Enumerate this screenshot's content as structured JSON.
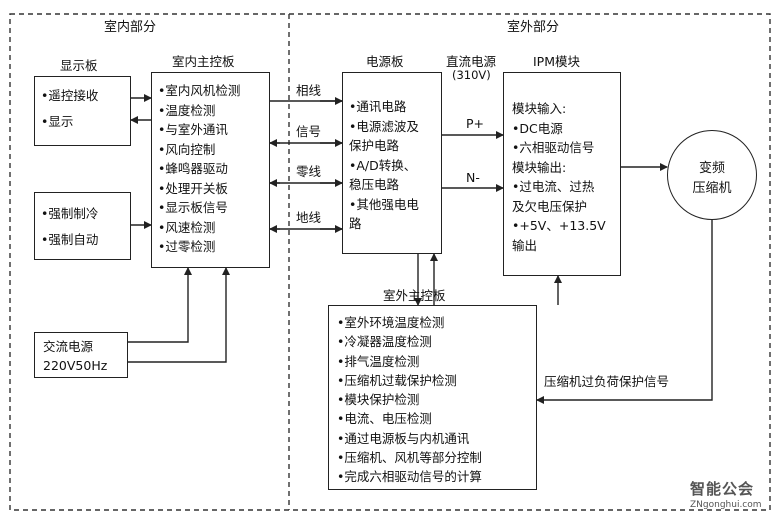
{
  "sections": {
    "indoor": "室内部分",
    "outdoor": "室外部分"
  },
  "display_board": {
    "title": "显示板",
    "items": [
      "•遥控接收",
      "•显示"
    ]
  },
  "force_box": {
    "items": [
      "•强制制冷",
      "•强制自动"
    ]
  },
  "ac_power": {
    "lines": [
      "交流电源",
      "220V50Hz"
    ]
  },
  "indoor_main": {
    "title": "室内主控板",
    "items": [
      "•室内风机检测",
      "•温度检测",
      "•与室外通讯",
      "•风向控制",
      "•蜂鸣器驱动",
      "•处理开关板",
      "•显示板信号",
      "•风速检测",
      "•过零检测"
    ]
  },
  "wires": [
    "相线",
    "信号",
    "零线",
    "地线"
  ],
  "power_board": {
    "title": "电源板",
    "items": [
      "•通讯电路",
      "•电源滤波及",
      "保护电路",
      "•A/D转换、",
      "稳压电路",
      "•其他强电电",
      "路"
    ]
  },
  "dc_power": {
    "label": "直流电源",
    "voltage": "(310V)",
    "p_plus": "P+",
    "n_minus": "N-"
  },
  "ipm": {
    "title": "IPM模块",
    "items": [
      "模块输入:",
      "•DC电源",
      "•六相驱动信号",
      "模块输出:",
      "•过电流、过热",
      "及欠电压保护",
      "•+5V、+13.5V",
      "输出"
    ]
  },
  "compressor": {
    "lines": [
      "变频",
      "压缩机"
    ]
  },
  "outdoor_main": {
    "title": "室外主控板",
    "items": [
      "•室外环境温度检测",
      "•冷凝器温度检测",
      "•排气温度检测",
      "•压缩机过载保护检测",
      "•模块保护检测",
      "•电流、电压检测",
      "•通过电源板与内机通讯",
      "•压缩机、风机等部分控制",
      "•完成六相驱动信号的计算"
    ]
  },
  "overload_signal": "压缩机过负荷保护信号",
  "watermark": {
    "brand": "智能公会",
    "url": "ZNgonghui.com"
  }
}
